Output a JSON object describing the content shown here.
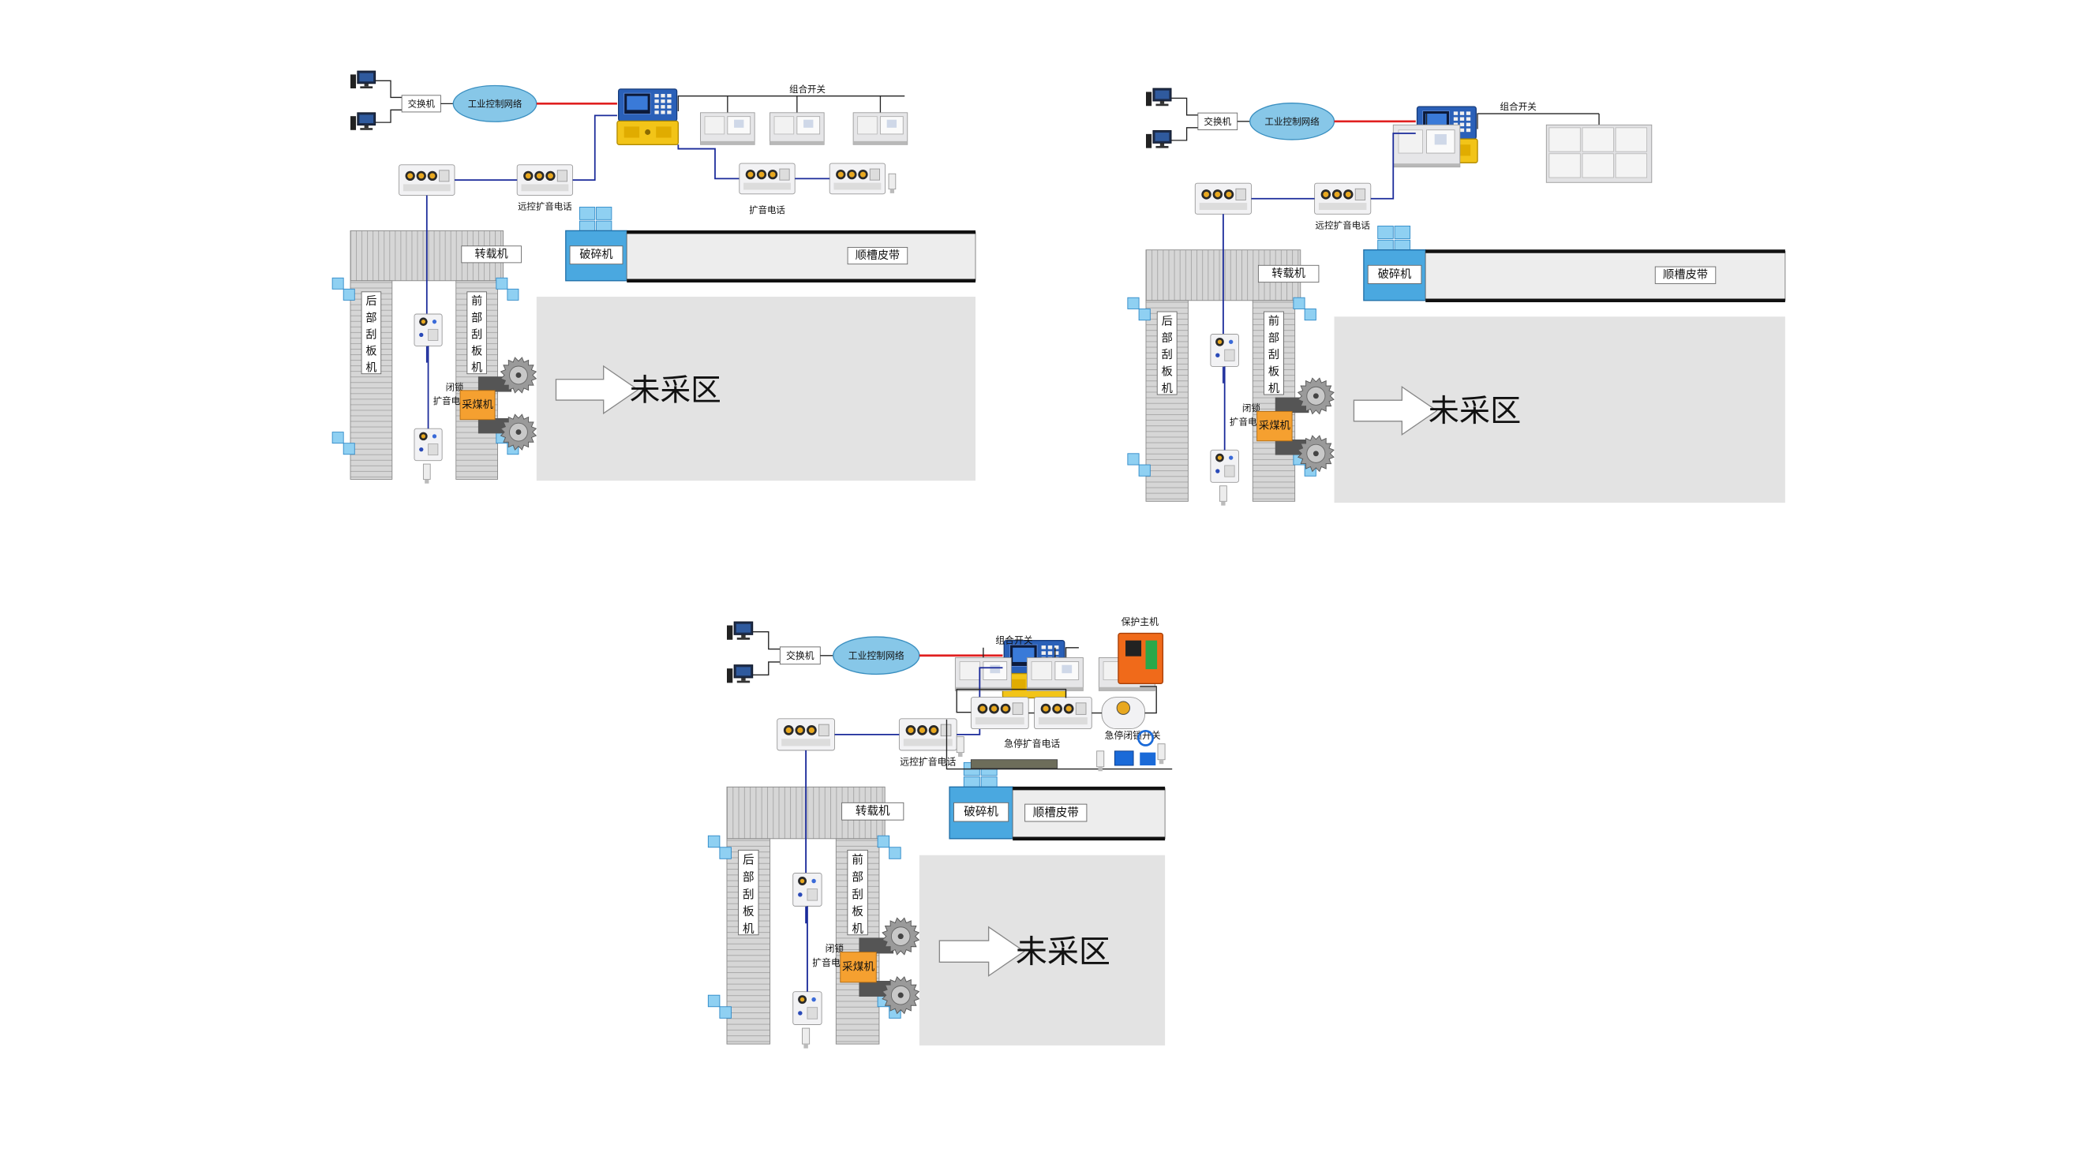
{
  "colors": {
    "network": "#87c7e8",
    "network_stroke": "#3a8fc0",
    "red_link": "#e02020",
    "blue_link": "#1a2a9a",
    "black_link": "#222222",
    "crusher": "#4aa8e0",
    "crusher_light": "#8fd0f2",
    "shearer": "#f5a030",
    "unmined": "#e3e3e3",
    "conveyor": "#d4d4d4",
    "conveyor_line": "#a8a8a8",
    "ctrl_yellow": "#f2c418",
    "ctrl_blue": "#2a60b8",
    "protect_orange": "#f06a1a"
  },
  "labels": {
    "switch": "交换机",
    "network": "工业控制网络",
    "combo_switch": "组合开关",
    "remote_phone": "远控扩音电话",
    "amp_phone": "扩音电话",
    "transfer": "转载机",
    "crusher": "破碎机",
    "belt": "顺槽皮带",
    "rear_scraper": "后部刮板机",
    "front_scraper": "前部刮板机",
    "lock": "闭锁",
    "lock_phone": "扩音电话",
    "shearer": "采煤机",
    "unmined": "未采区",
    "protect_host": "保护主机",
    "estop_switch": "急停闭锁开关",
    "estop_phone": "急停扩音电话"
  }
}
